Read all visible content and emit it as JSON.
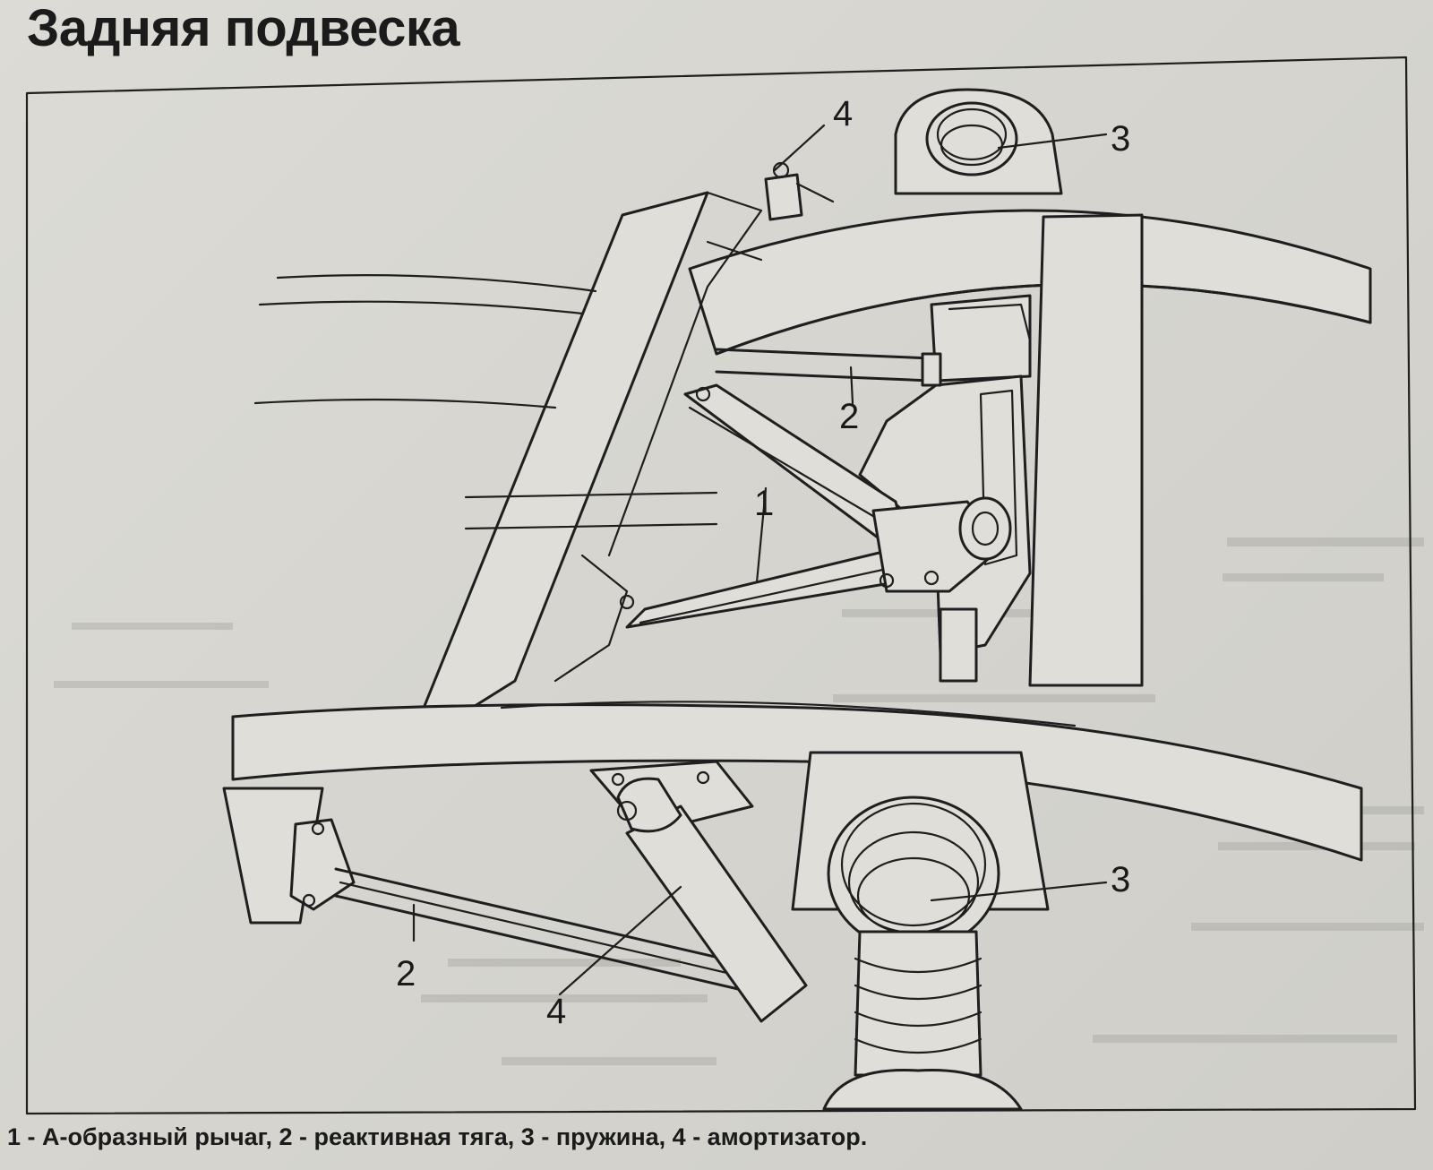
{
  "title": "Задняя подвеска",
  "callouts": {
    "a_arm": "1",
    "reaction_rod_upper": "2",
    "reaction_rod_lower": "2",
    "spring_upper": "3",
    "spring_lower": "3",
    "shock_upper": "4",
    "shock_lower": "4"
  },
  "caption": "1 - А-образный рычаг, 2 - реактивная тяга, 3 - пружина, 4 - амортизатор.",
  "colors": {
    "paper": "#d9d8d2",
    "ink": "#1f1f1f",
    "bleed_through": "#9a9a94"
  }
}
